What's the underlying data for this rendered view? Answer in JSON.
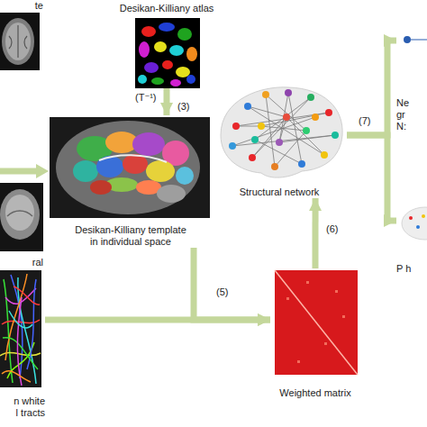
{
  "diagram": {
    "nodes": [
      {
        "text": [
          "te"
        ]
      },
      {
        "text": [
          "Desikan-Killiany atlas"
        ]
      },
      {
        "text": [
          "Desikan-Killiany template in individual space"
        ]
      },
      {
        "text": [
          "ral"
        ]
      },
      {
        "text": [
          "n white l tracts"
        ]
      },
      {
        "text": [
          "Weighted matrix"
        ]
      },
      {
        "text": [
          "Structural network"
        ]
      },
      {
        "text": [
          "Ne gr N:"
        ]
      },
      {
        "text": [
          "P h"
        ]
      }
    ],
    "edges": [
      {
        "from": 1,
        "to": 2,
        "label": "(3)",
        "arrow": "to"
      },
      {
        "from": 4,
        "to": 5,
        "label": "(5)",
        "arrow": "to"
      },
      {
        "from": 2,
        "to": 5,
        "arrow": "to"
      },
      {
        "from": 5,
        "to": 6,
        "label": "(6)",
        "arrow": "to"
      },
      {
        "from": 6,
        "to": 7,
        "label": "(7)",
        "arrow": "to"
      },
      {
        "from": 6,
        "to": 8,
        "arrow": "to"
      }
    ],
    "labels": [
      "(T⁻¹)"
    ]
  }
}
